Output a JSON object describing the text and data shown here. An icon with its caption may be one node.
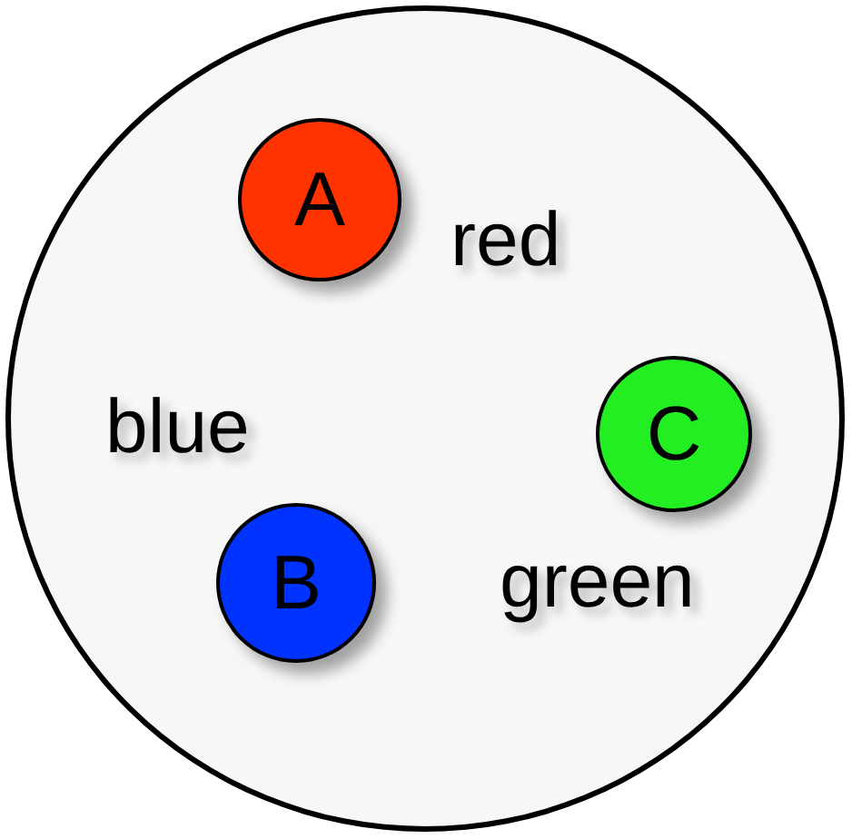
{
  "diagram": {
    "nodes": [
      {
        "text": [],
        "shape": "circle"
      },
      {
        "text": [
          "A"
        ],
        "in": 0,
        "beside": [
          "red"
        ]
      },
      {
        "text": [
          "C"
        ],
        "in": 0,
        "beside": [
          "green"
        ]
      },
      {
        "text": [
          "B"
        ],
        "in": 0,
        "beside": [
          "blue"
        ]
      }
    ]
  }
}
